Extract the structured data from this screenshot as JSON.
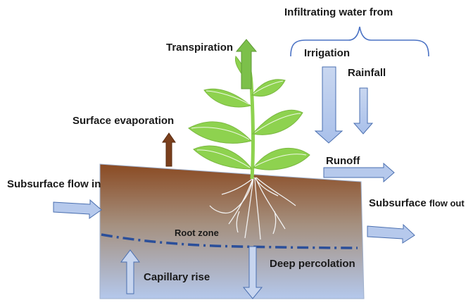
{
  "labels": {
    "infiltrating": "Infiltrating water from",
    "irrigation": "Irrigation",
    "rainfall": "Rainfall",
    "transpiration": "Transpiration",
    "surface_evaporation": "Surface evaporation",
    "runoff": "Runoff",
    "subsurface_in": "Subsurface flow in",
    "subsurface_out_a": "Subsurface",
    "subsurface_out_b": "flow out",
    "root_zone": "Root zone",
    "deep_percolation": "Deep percolation",
    "capillary_rise": "Capillary rise"
  },
  "colors": {
    "soil_top": "#8a4a22",
    "soil_bottom": "#b4c8ec",
    "water_table": "#2b4f9a",
    "arrow_fill": "#b6c9ec",
    "arrow_stroke": "#4a6fb0",
    "transpiration_arrow": "#7cc04a",
    "evaporation_arrow": "#7a3f1c",
    "leaf": "#8ed24f",
    "leaf_vein": "#ffffff",
    "roots": "#f2f2f2",
    "brace": "#4a72c4"
  }
}
